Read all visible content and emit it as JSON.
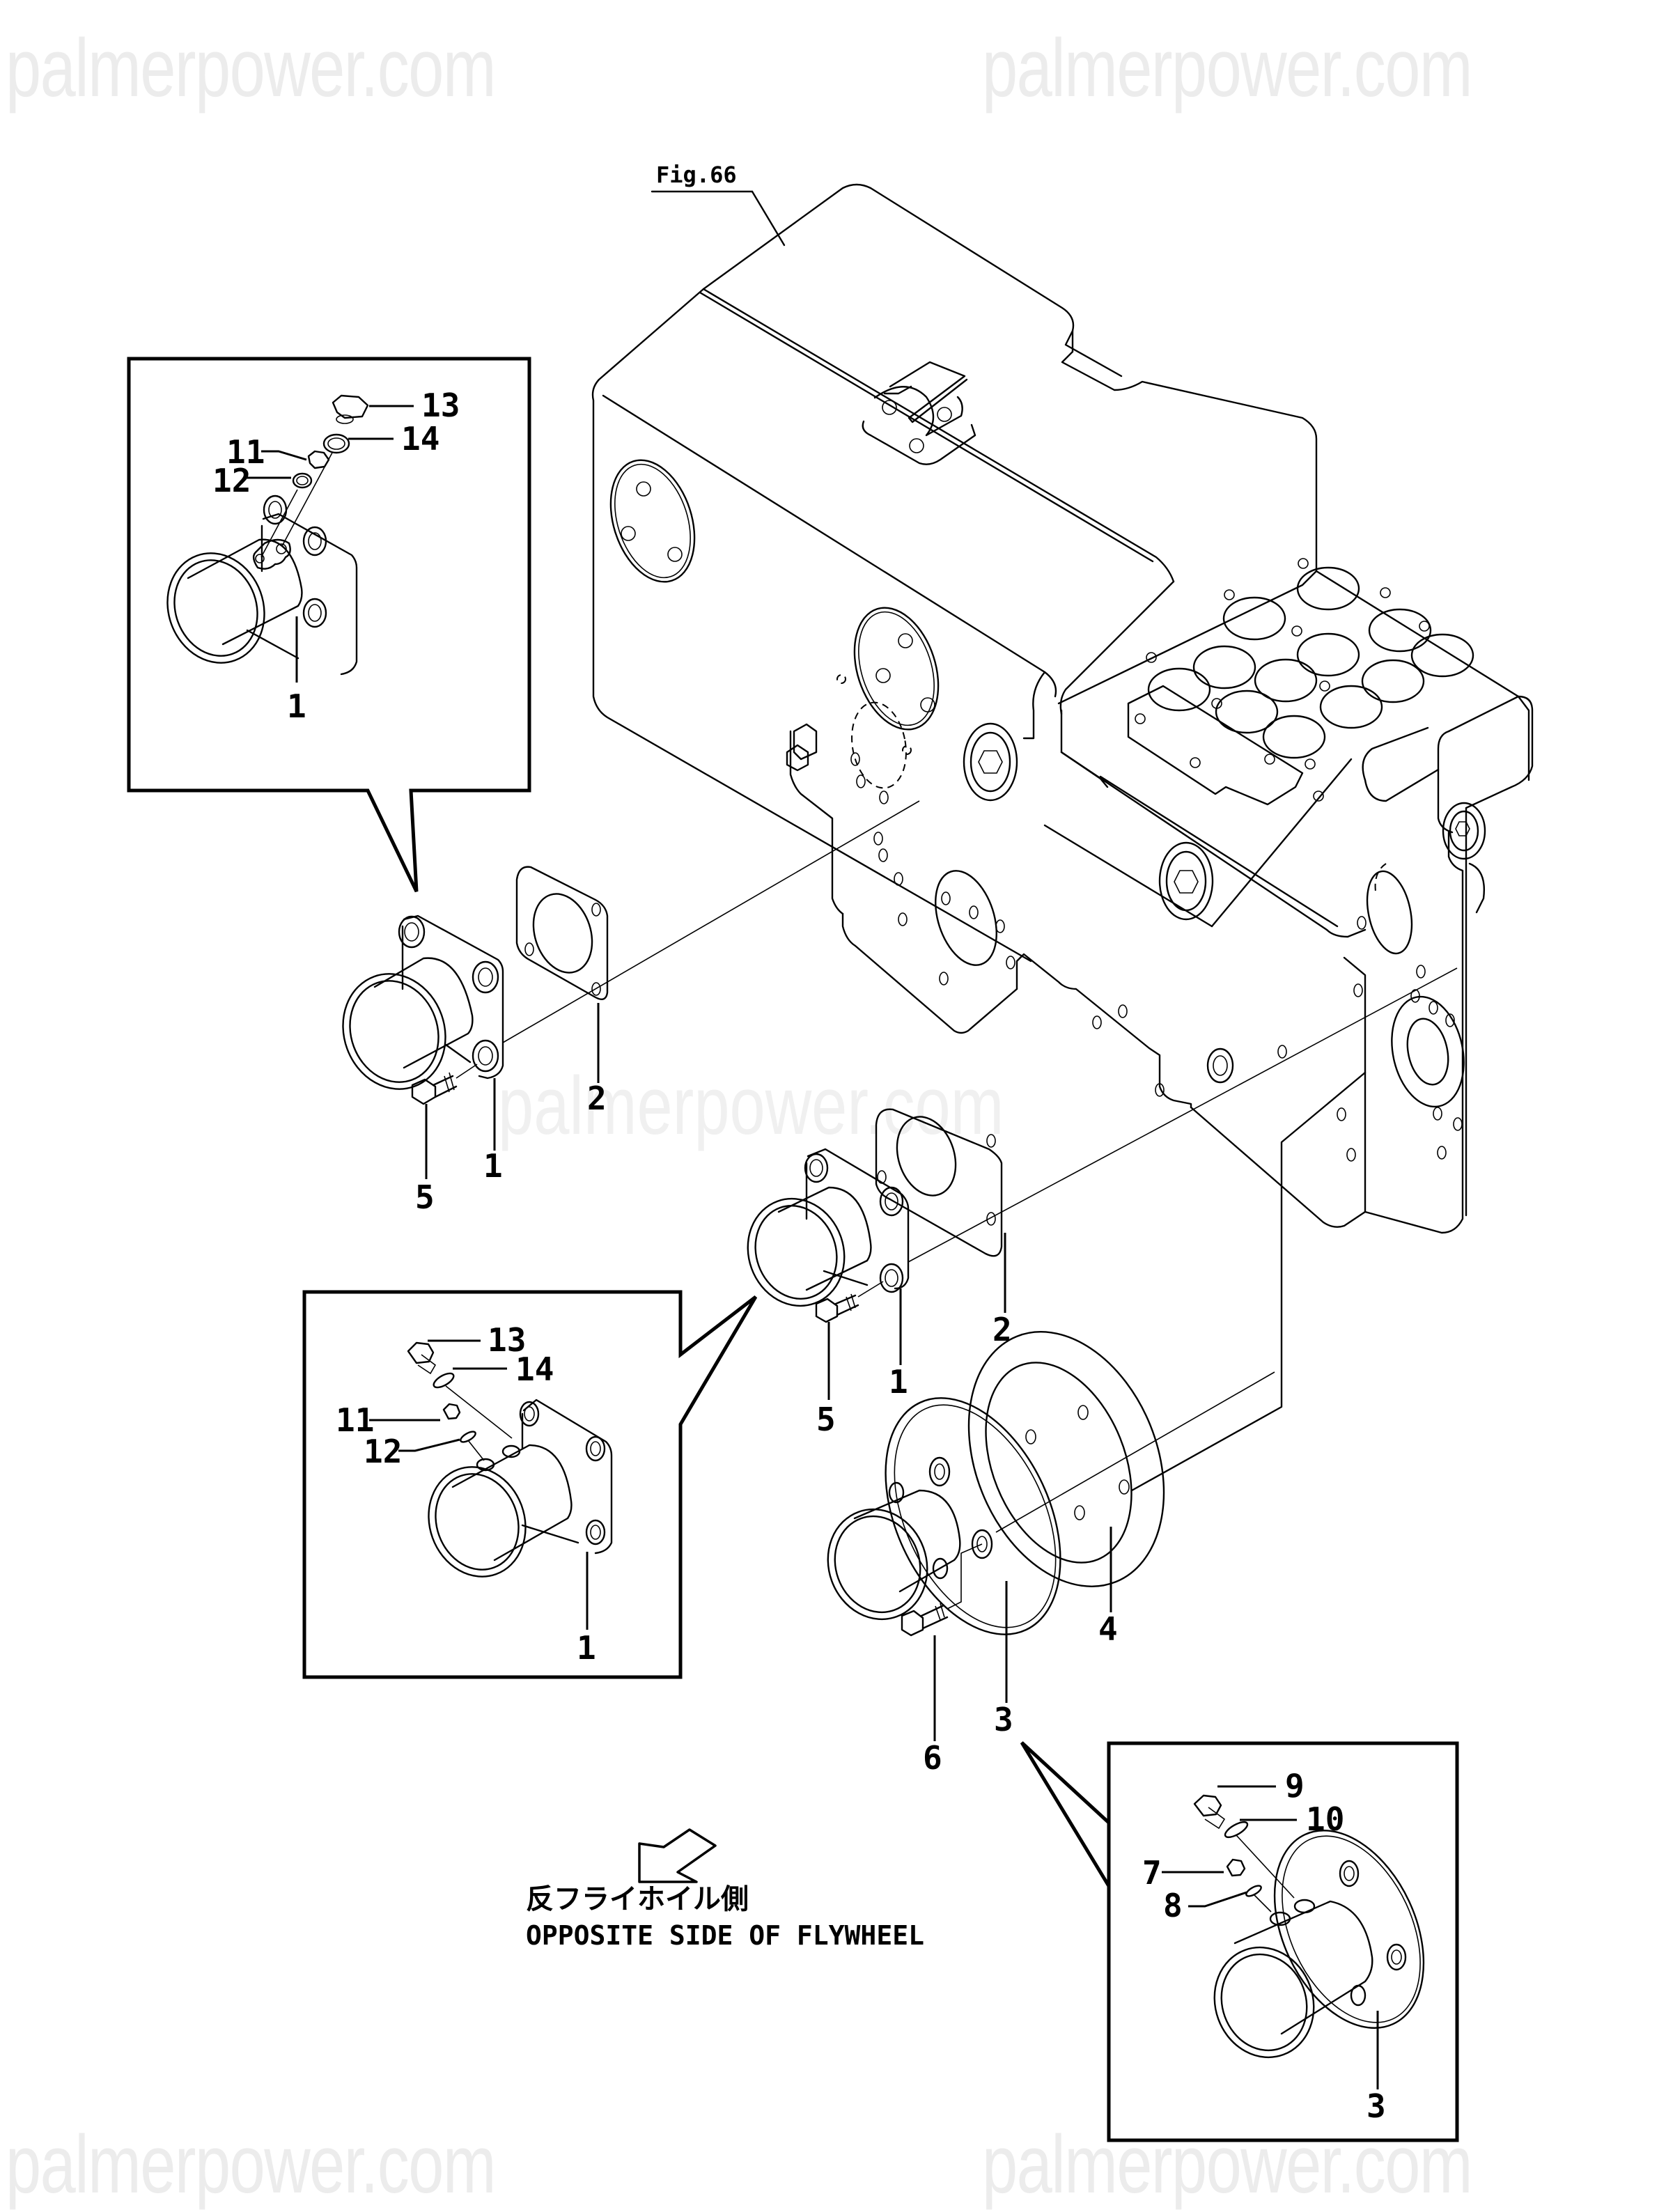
{
  "watermark": {
    "text": "palmerpower.com"
  },
  "figure_reference": {
    "label": "Fig.66"
  },
  "direction_note": {
    "japanese": "反フライホイル側",
    "english": "OPPOSITE SIDE OF FLYWHEEL",
    "icon": "arrow-down-left-icon"
  },
  "callouts": {
    "c1": "1",
    "c2": "2",
    "c3": "3",
    "c4": "4",
    "c5": "5",
    "c6": "6",
    "c7": "7",
    "c8": "8",
    "c9": "9",
    "c10": "10",
    "c11": "11",
    "c12": "12",
    "c13": "13",
    "c14": "14"
  },
  "detail_boxes": [
    {
      "id": "detail-top-left",
      "parts": [
        "13",
        "14",
        "11",
        "12",
        "1"
      ]
    },
    {
      "id": "detail-mid-left",
      "parts": [
        "13",
        "14",
        "11",
        "12",
        "1"
      ]
    },
    {
      "id": "detail-bottom-right",
      "parts": [
        "9",
        "10",
        "7",
        "8",
        "3"
      ]
    }
  ]
}
